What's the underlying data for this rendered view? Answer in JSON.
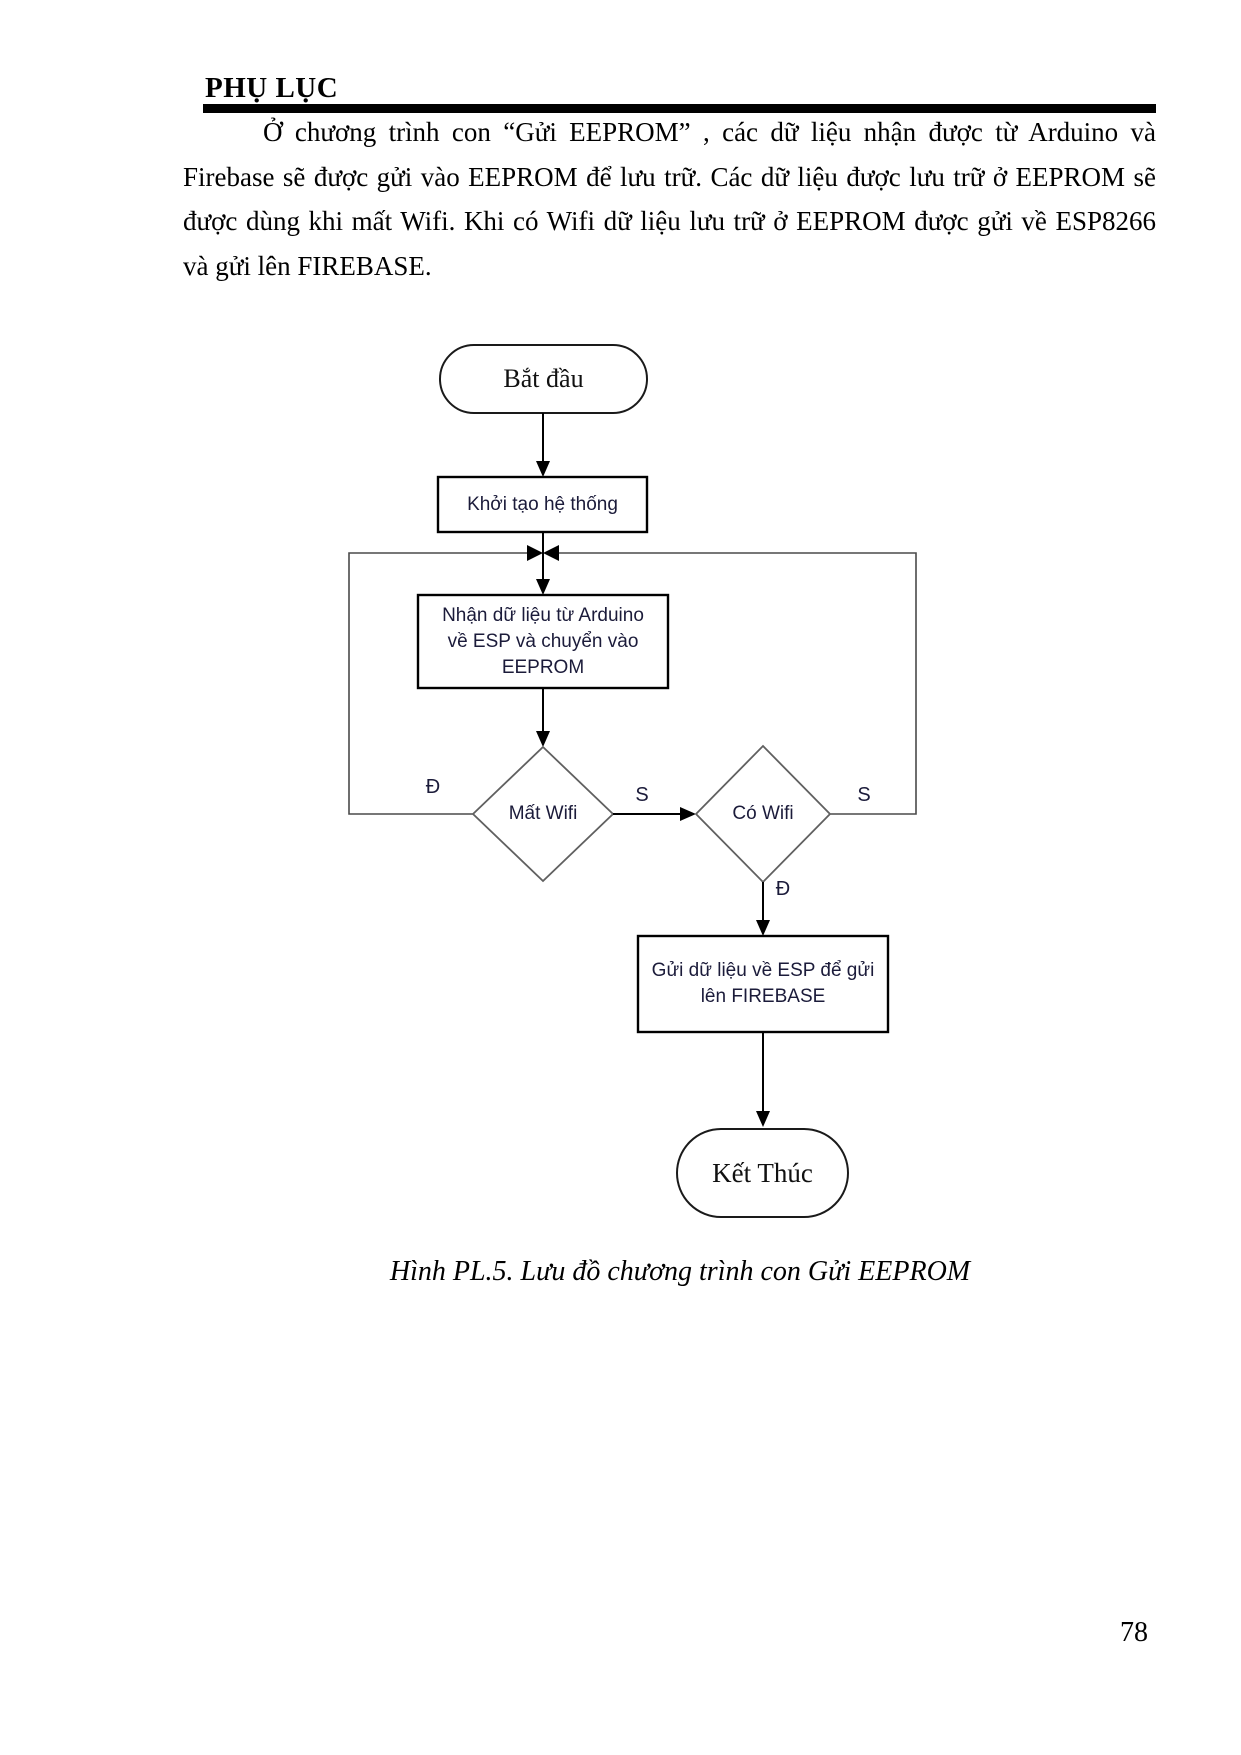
{
  "page": {
    "header": "PHỤ LỤC",
    "page_number": "78"
  },
  "paragraph": {
    "lines": [
      "Ở chương trình con “Gửi EEPROM” , các dữ liệu nhận được từ Arduino và",
      "Firebase sẽ được gửi vào EEPROM để lưu trữ. Các dữ liệu được lưu trữ ở EEPROM sẽ",
      "được dùng khi mất Wifi. Khi có Wifi dữ liệu lưu trữ ở EEPROM được gửi về ESP8266",
      "và gửi lên FIREBASE."
    ]
  },
  "flowchart": {
    "nodes": {
      "start": "Bắt đầu",
      "init": "Khởi tạo hệ thống",
      "receive_line1": "Nhận dữ liệu từ Arduino",
      "receive_line2": "về ESP và chuyển vào",
      "receive_line3": "EEPROM",
      "lost_wifi": "Mất Wifi",
      "has_wifi": "Có Wifi",
      "send_line1": "Gửi dữ liệu về ESP để gửi",
      "send_line2": "lên FIREBASE",
      "end": "Kết Thúc"
    },
    "branch_labels": {
      "lost_wifi_yes": "Đ",
      "lost_wifi_no": "S",
      "has_wifi_no": "S",
      "has_wifi_yes": "Đ"
    }
  },
  "caption": "Hình PL.5. Lưu đồ chương trình con Gửi EEPROM",
  "colors": {
    "node_text": "#1b1b3a",
    "header_bar": "#000000",
    "decision_border": "#606060"
  }
}
